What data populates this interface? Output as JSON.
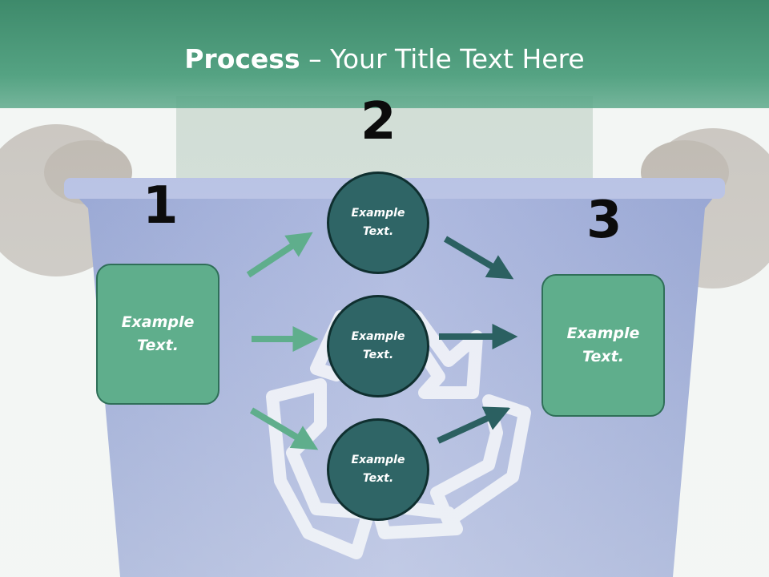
{
  "title": {
    "bold": "Process",
    "separator": "–",
    "rest": "Your Title Text Here"
  },
  "steps": {
    "one": "1",
    "two": "2",
    "three": "3"
  },
  "boxes": {
    "left": "Example\nText.",
    "right": "Example\nText."
  },
  "circles": {
    "top": "Example\nText.",
    "middle": "Example\nText.",
    "bottom": "Example\nText."
  },
  "colors": {
    "title_bar": "#4f9f7f",
    "box_fill": "#5fae8c",
    "circle_fill": "#2f6566",
    "arrow_light": "#5fae8c",
    "arrow_dark": "#2b6061",
    "bin_blue": "#9aa8d4"
  },
  "icons": {
    "background": "recycling-symbol"
  }
}
